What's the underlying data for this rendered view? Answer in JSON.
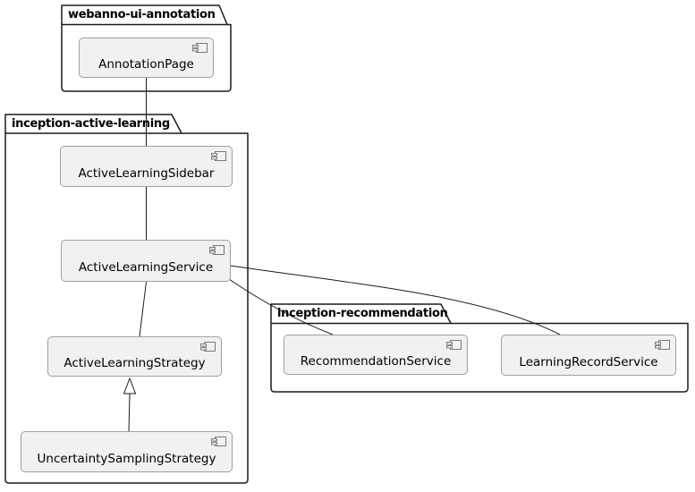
{
  "diagram": {
    "type": "uml-component-diagram",
    "packages": [
      {
        "name": "webanno-ui-annotation",
        "components": [
          {
            "name": "AnnotationPage"
          }
        ]
      },
      {
        "name": "inception-active-learning",
        "components": [
          {
            "name": "ActiveLearningSidebar"
          },
          {
            "name": "ActiveLearningService"
          },
          {
            "name": "ActiveLearningStrategy"
          },
          {
            "name": "UncertaintySamplingStrategy"
          }
        ]
      },
      {
        "name": "inception-recommendation",
        "components": [
          {
            "name": "RecommendationService"
          },
          {
            "name": "LearningRecordService"
          }
        ]
      }
    ],
    "edges": [
      {
        "from": "AnnotationPage",
        "to": "ActiveLearningSidebar",
        "type": "association"
      },
      {
        "from": "ActiveLearningSidebar",
        "to": "ActiveLearningService",
        "type": "association"
      },
      {
        "from": "ActiveLearningService",
        "to": "ActiveLearningStrategy",
        "type": "association"
      },
      {
        "from": "UncertaintySamplingStrategy",
        "to": "ActiveLearningStrategy",
        "type": "generalization"
      },
      {
        "from": "ActiveLearningService",
        "to": "RecommendationService",
        "type": "association"
      },
      {
        "from": "ActiveLearningService",
        "to": "LearningRecordService",
        "type": "association"
      }
    ],
    "icons": {
      "component": "component-icon"
    },
    "colors": {
      "background": "#FFFFFF",
      "component_fill": "#F1F1F1",
      "component_border": "#A0A0A0",
      "package_border": "#1B1B1B",
      "edge": "#1B1B1B",
      "text": "#000000",
      "icon_stroke": "#7A7A7A"
    }
  }
}
